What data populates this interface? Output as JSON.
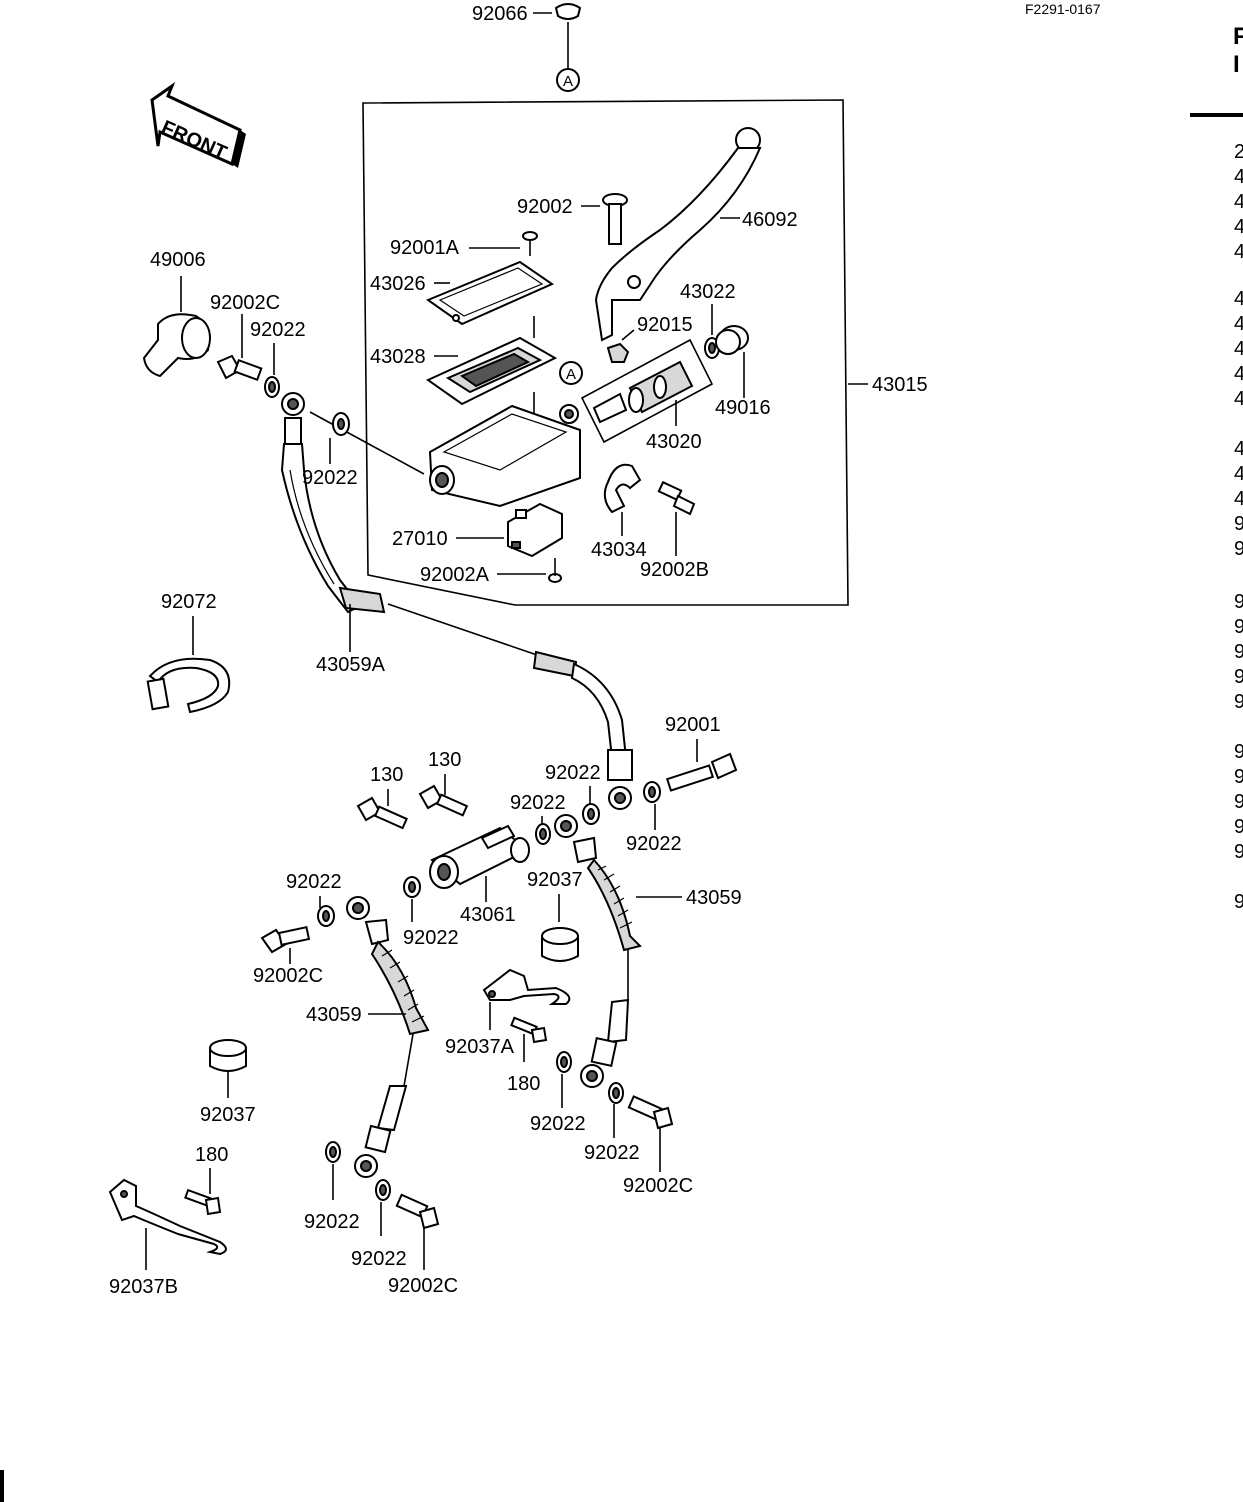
{
  "document": {
    "reference_code": "F2291-0167",
    "header_right": [
      "F",
      "I"
    ],
    "right_column_chars": [
      "2",
      "4",
      "4",
      "4",
      "4",
      "4",
      "4",
      "4",
      "4",
      "4",
      "4",
      "4",
      "4",
      "9",
      "9",
      "9",
      "9",
      "9",
      "9",
      "9",
      "9",
      "9",
      "9",
      "9",
      "9",
      "9"
    ],
    "front_arrow_text": "FRONT",
    "callout_symbol": "A"
  },
  "parts": {
    "p92066": "92066",
    "p46092": "46092",
    "p92002": "92002",
    "p92001A": "92001A",
    "p43026": "43026",
    "p43022": "43022",
    "p92015": "92015",
    "p43028": "43028",
    "p43015": "43015",
    "p49016": "49016",
    "p43020": "43020",
    "p27010": "27010",
    "p43034": "43034",
    "p92002A": "92002A",
    "p92002B": "92002B",
    "p49006": "49006",
    "p92002C_top": "92002C",
    "p92022_a": "92022",
    "p92022_b": "92022",
    "p92072": "92072",
    "p43059A": "43059A",
    "p92001": "92001",
    "p130_a": "130",
    "p130_b": "130",
    "p92022_c": "92022",
    "p92022_d": "92022",
    "p92022_e": "92022",
    "p92022_f": "92022",
    "p92022_g": "92022",
    "p92037_mid": "92037",
    "p43059_right": "43059",
    "p43061": "43061",
    "p92002C_left": "92002C",
    "p43059_left": "43059",
    "p92037A": "92037A",
    "p180_mid": "180",
    "p92037_left": "92037",
    "p92022_h": "92022",
    "p92022_i": "92022",
    "p92002C_right": "92002C",
    "p180_left": "180",
    "p92022_j": "92022",
    "p92022_k": "92022",
    "p92002C_bottom": "92002C",
    "p92037B": "92037B"
  }
}
